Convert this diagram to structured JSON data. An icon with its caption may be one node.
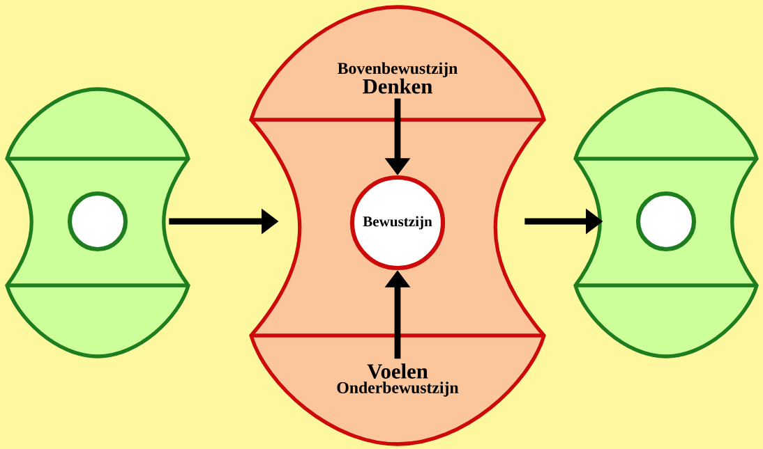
{
  "diagram": {
    "nodes": [
      {
        "text": [],
        "shape": "box"
      },
      {
        "text": [],
        "shape": "circle",
        "in": 0
      },
      {
        "text": [],
        "shape": "box"
      },
      {
        "text": [
          "Bovenbewustzijn",
          "Denken"
        ],
        "in": 2
      },
      {
        "text": [
          "Bewustzijn"
        ],
        "in": 2
      },
      {
        "text": [
          "Voelen",
          "Onderbewustzijn"
        ],
        "in": 2
      },
      {
        "text": [],
        "shape": "box"
      },
      {
        "text": [],
        "shape": "circle",
        "in": 6
      }
    ],
    "edges": [
      {
        "from": 0,
        "to": 2,
        "arrow": "to"
      },
      {
        "from": 3,
        "to": 4,
        "arrow": "to"
      },
      {
        "from": 5,
        "to": 4,
        "arrow": "to"
      },
      {
        "from": 2,
        "to": 6,
        "arrow": "to"
      }
    ]
  }
}
